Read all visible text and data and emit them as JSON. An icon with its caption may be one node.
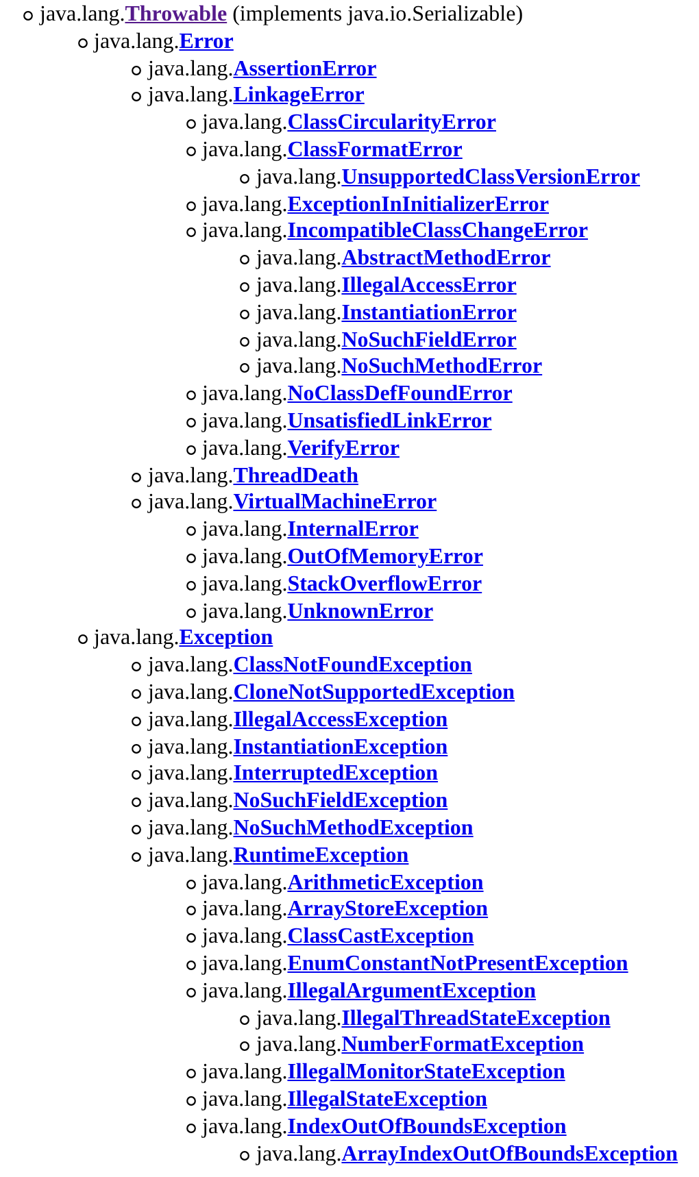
{
  "diagram": {
    "labels": [
      "java.lang.**Throwable** (implements java.io.Serializable)",
      "java.lang.**Error**",
      "java.lang.**AssertionError**",
      "java.lang.**LinkageError**",
      "java.lang.**ClassCircularityError**",
      "java.lang.**ClassFormatError**",
      "java.lang.**UnsupportedClassVersionError**",
      "java.lang.**ExceptionInInitializerError**",
      "java.lang.**IncompatibleClassChangeError**",
      "java.lang.**AbstractMethodError**",
      "java.lang.**IllegalAccessError**",
      "java.lang.**InstantiationError**",
      "java.lang.**NoSuchFieldError**",
      "java.lang.**NoSuchMethodError**",
      "java.lang.**NoClassDefFoundError**",
      "java.lang.**UnsatisfiedLinkError**",
      "java.lang.**VerifyError**",
      "java.lang.**ThreadDeath**",
      "java.lang.**VirtualMachineError**",
      "java.lang.**InternalError**",
      "java.lang.**OutOfMemoryError**",
      "java.lang.**StackOverflowError**",
      "java.lang.**UnknownError**",
      "java.lang.**Exception**",
      "java.lang.**ClassNotFoundException**",
      "java.lang.**CloneNotSupportedException**",
      "java.lang.**IllegalAccessException**",
      "java.lang.**InstantiationException**",
      "java.lang.**InterruptedException**",
      "java.lang.**NoSuchFieldException**",
      "java.lang.**NoSuchMethodException**",
      "java.lang.**RuntimeException**",
      "java.lang.**ArithmeticException**",
      "java.lang.**ArrayStoreException**",
      "java.lang.**ClassCastException**",
      "java.lang.**EnumConstantNotPresentException**",
      "java.lang.**IllegalArgumentException**",
      "java.lang.**IllegalThreadStateException**",
      "java.lang.**NumberFormatException**",
      "java.lang.**IllegalMonitorStateException**",
      "java.lang.**IllegalStateException**",
      "java.lang.**IndexOutOfBoundsException**",
      "java.lang.**ArrayIndexOutOfBoundsException**"
    ]
  }
}
